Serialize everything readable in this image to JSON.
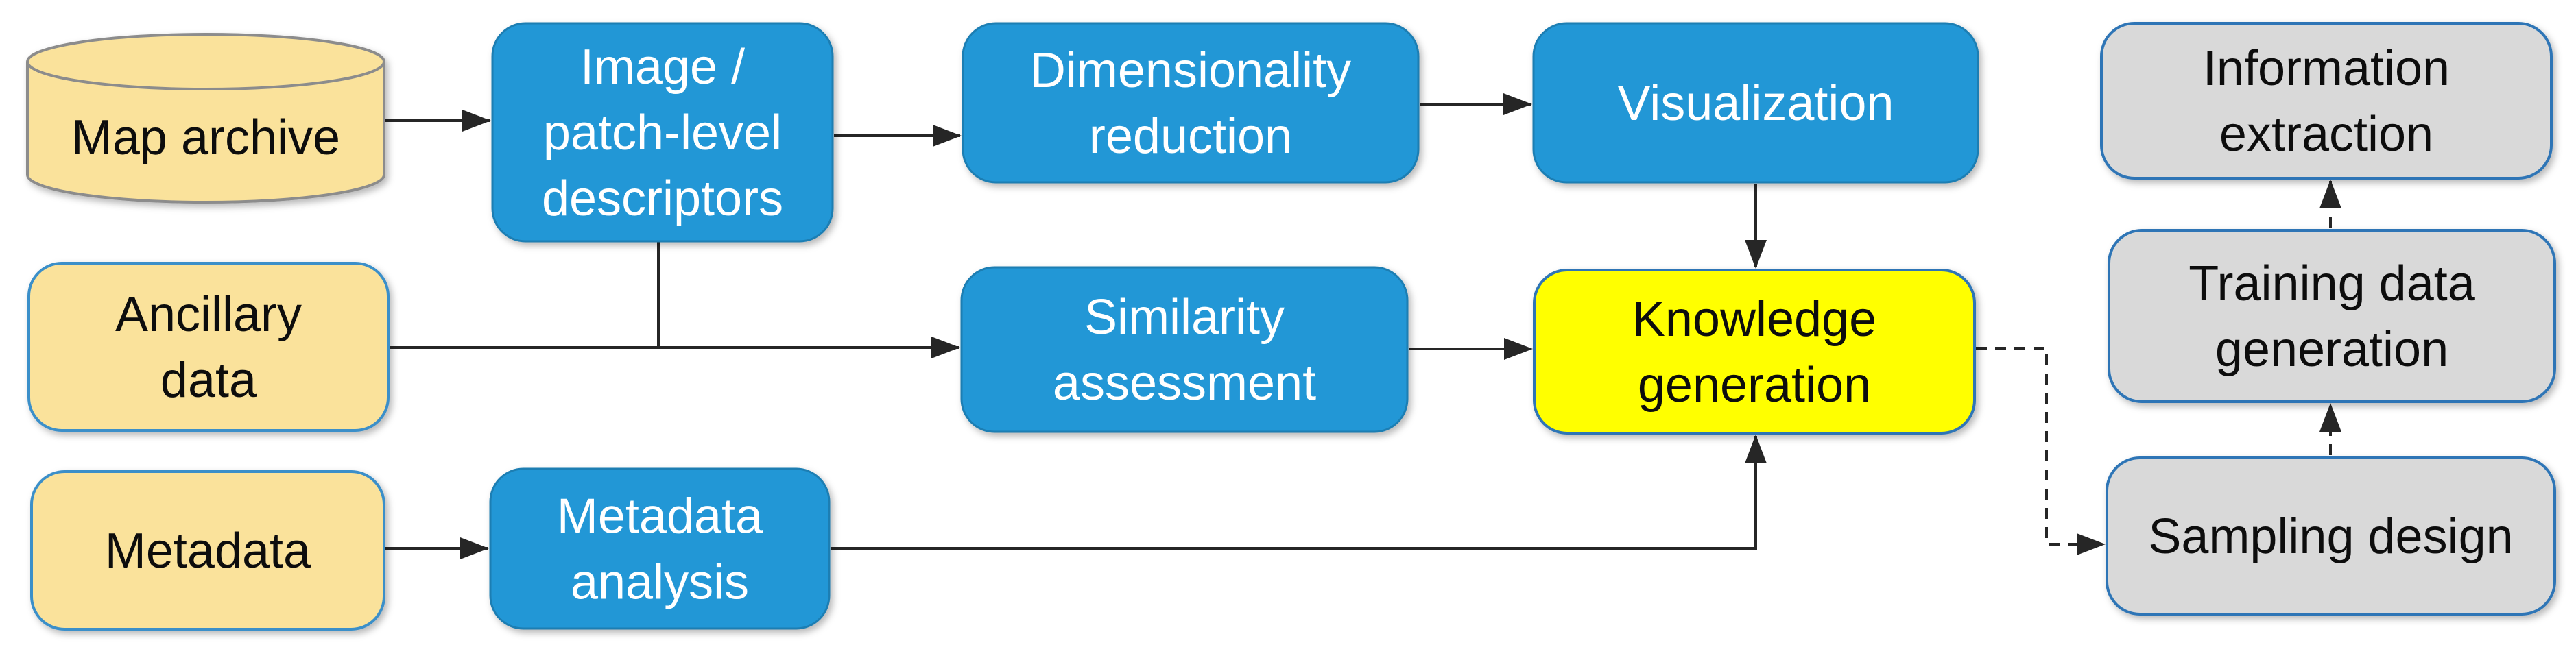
{
  "diagram": {
    "background": "#ffffff",
    "colors": {
      "blue_fill": "#2397d6",
      "blue_border": "#1d7eb3",
      "yellow_fill": "#ffff00",
      "gray_fill": "#d9d9d9",
      "accent_border": "#2e75b6",
      "tan_fill": "#fae29b",
      "tan_border": "#3b8fc9",
      "cylinder_border": "#8c8c8c",
      "line": "#262626",
      "text_light": "#ffffff",
      "text_dark": "#111111"
    },
    "nodes": [
      {
        "id": "map-archive",
        "shape": "cylinder",
        "role": "input",
        "label_lines": [
          "Map archive"
        ]
      },
      {
        "id": "ancillary-data",
        "shape": "rounded-rect",
        "role": "input",
        "label_lines": [
          "Ancillary",
          "data"
        ]
      },
      {
        "id": "metadata",
        "shape": "rounded-rect",
        "role": "input",
        "label_lines": [
          "Metadata"
        ]
      },
      {
        "id": "image-patch-descriptors",
        "shape": "rounded-rect",
        "role": "process",
        "label_lines": [
          "Image /",
          "patch-level",
          "descriptors"
        ]
      },
      {
        "id": "dimensionality-reduction",
        "shape": "rounded-rect",
        "role": "process",
        "label_lines": [
          "Dimensionality",
          "reduction"
        ]
      },
      {
        "id": "visualization",
        "shape": "rounded-rect",
        "role": "process",
        "label_lines": [
          "Visualization"
        ]
      },
      {
        "id": "similarity-assessment",
        "shape": "rounded-rect",
        "role": "process",
        "label_lines": [
          "Similarity",
          "assessment"
        ]
      },
      {
        "id": "metadata-analysis",
        "shape": "rounded-rect",
        "role": "process",
        "label_lines": [
          "Metadata",
          "analysis"
        ]
      },
      {
        "id": "knowledge-generation",
        "shape": "rounded-rect",
        "role": "highlight",
        "label_lines": [
          "Knowledge",
          "generation"
        ]
      },
      {
        "id": "information-extraction",
        "shape": "rounded-rect",
        "role": "output",
        "label_lines": [
          "Information",
          "extraction"
        ]
      },
      {
        "id": "training-data-generation",
        "shape": "rounded-rect",
        "role": "output",
        "label_lines": [
          "Training data",
          "generation"
        ]
      },
      {
        "id": "sampling-design",
        "shape": "rounded-rect",
        "role": "output",
        "label_lines": [
          "Sampling design"
        ]
      }
    ],
    "edges": [
      {
        "id": "map-archive-to-descriptors",
        "from": "map-archive",
        "to": "image-patch-descriptors",
        "style": "solid",
        "arrowhead": true
      },
      {
        "id": "descriptors-to-dimensionality",
        "from": "image-patch-descriptors",
        "to": "dimensionality-reduction",
        "style": "solid",
        "arrowhead": true
      },
      {
        "id": "dimensionality-to-visualization",
        "from": "dimensionality-reduction",
        "to": "visualization",
        "style": "solid",
        "arrowhead": true
      },
      {
        "id": "visualization-to-knowledge",
        "from": "visualization",
        "to": "knowledge-generation",
        "style": "solid",
        "arrowhead": true
      },
      {
        "id": "descriptors-drop-line",
        "from": "image-patch-descriptors",
        "to": "similarity-assessment",
        "style": "solid",
        "arrowhead": false
      },
      {
        "id": "ancillary-to-similarity",
        "from": "ancillary-data",
        "to": "similarity-assessment",
        "style": "solid",
        "arrowhead": true
      },
      {
        "id": "similarity-to-knowledge",
        "from": "similarity-assessment",
        "to": "knowledge-generation",
        "style": "solid",
        "arrowhead": true
      },
      {
        "id": "metadata-to-metadata-analysis",
        "from": "metadata",
        "to": "metadata-analysis",
        "style": "solid",
        "arrowhead": true
      },
      {
        "id": "metadata-analysis-to-knowledge",
        "from": "metadata-analysis",
        "to": "knowledge-generation",
        "style": "solid",
        "arrowhead": true
      },
      {
        "id": "knowledge-to-sampling-design",
        "from": "knowledge-generation",
        "to": "sampling-design",
        "style": "dashed",
        "arrowhead": true
      },
      {
        "id": "sampling-to-training",
        "from": "sampling-design",
        "to": "training-data-generation",
        "style": "dashed",
        "arrowhead": true
      },
      {
        "id": "training-to-information",
        "from": "training-data-generation",
        "to": "information-extraction",
        "style": "dashed",
        "arrowhead": true
      }
    ]
  }
}
